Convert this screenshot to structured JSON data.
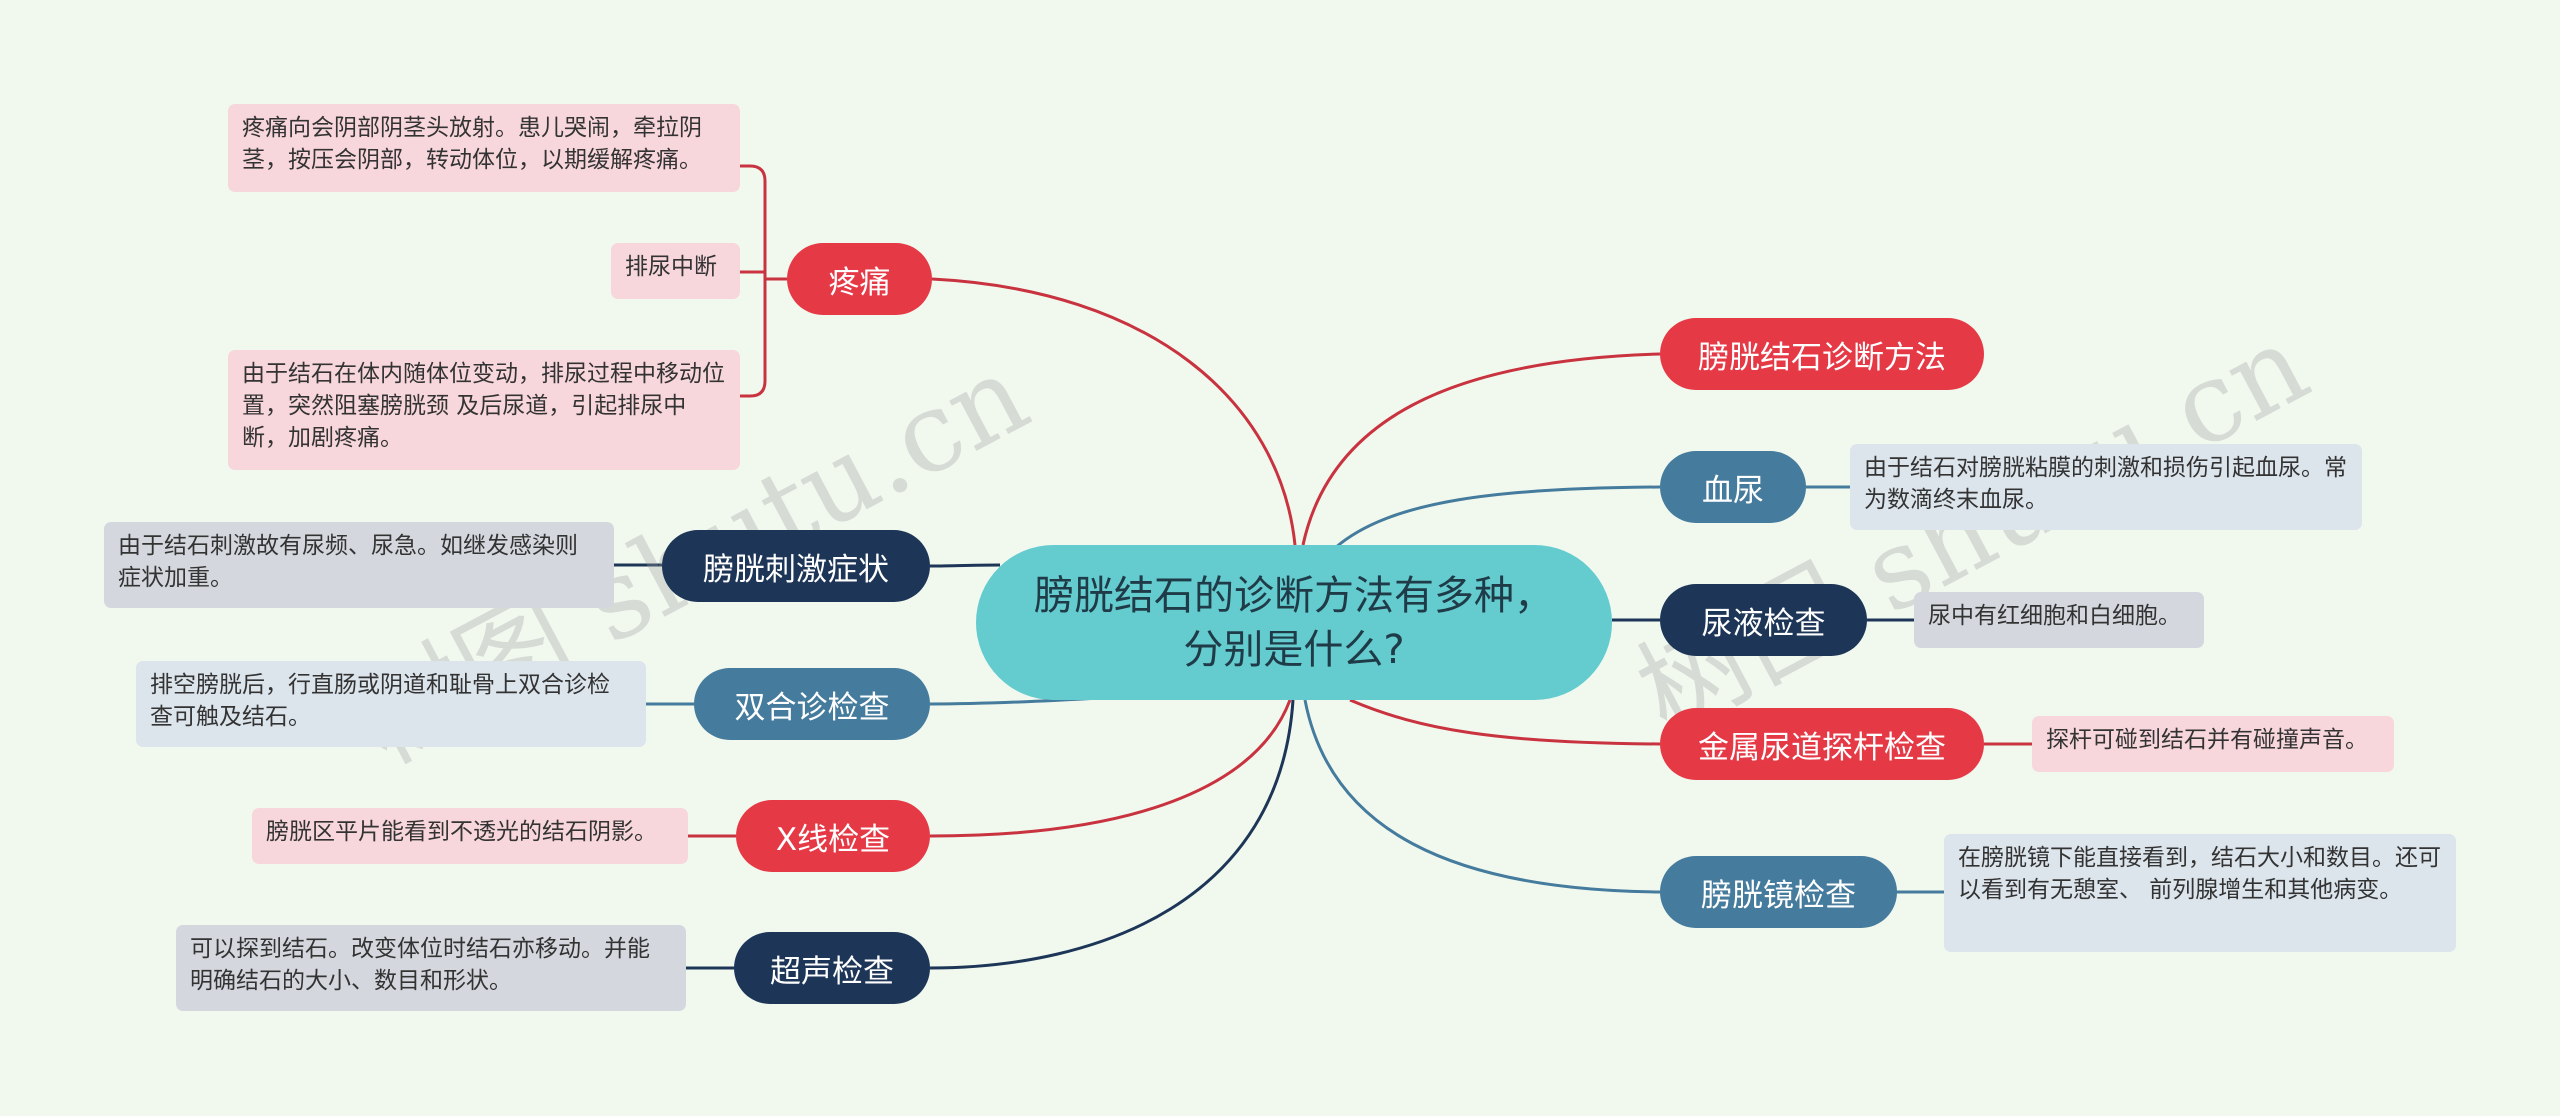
{
  "center": {
    "title": "膀胱结石的诊断方法有多种，分别是什么?"
  },
  "left": [
    {
      "label": "疼痛",
      "leaves": [
        "疼痛向会阴部阴茎头放射。患儿哭闹，牵拉阴茎，按压会阴部，转动体位，以期缓解疼痛。",
        "排尿中断",
        "由于结石在体内随体位变动，排尿过程中移动位置，突然阻塞膀胱颈 及后尿道，引起排尿中断，加剧疼痛。"
      ]
    },
    {
      "label": "膀胱刺激症状",
      "leaves": [
        "由于结石刺激故有尿频、尿急。如继发感染则症状加重。"
      ]
    },
    {
      "label": "双合诊检查",
      "leaves": [
        "排空膀胱后，行直肠或阴道和耻骨上双合诊检查可触及结石。"
      ]
    },
    {
      "label": "X线检查",
      "leaves": [
        "膀胱区平片能看到不透光的结石阴影。"
      ]
    },
    {
      "label": "超声检查",
      "leaves": [
        "可以探到结石。改变体位时结石亦移动。并能明确结石的大小、数目和形状。"
      ]
    }
  ],
  "right": [
    {
      "label": "膀胱结石诊断方法",
      "leaves": []
    },
    {
      "label": "血尿",
      "leaves": [
        "由于结石对膀胱粘膜的刺激和损伤引起血尿。常为数滴终末血尿。"
      ]
    },
    {
      "label": "尿液检查",
      "leaves": [
        "尿中有红细胞和白细胞。"
      ]
    },
    {
      "label": "金属尿道探杆检查",
      "leaves": [
        "探杆可碰到结石并有碰撞声音。"
      ]
    },
    {
      "label": "膀胱镜检查",
      "leaves": [
        "在膀胱镜下能直接看到，结石大小和数目。还可以看到有无憩室、 前列腺增生和其他病变。"
      ]
    }
  ],
  "watermarks": [
    "树图 shutu.cn",
    "树图 shutu.cn"
  ],
  "colors": {
    "background": "#f1f9ef",
    "center": "#64cbcf",
    "red": "#e63946",
    "navy": "#1d3557",
    "steel": "#457b9d"
  }
}
